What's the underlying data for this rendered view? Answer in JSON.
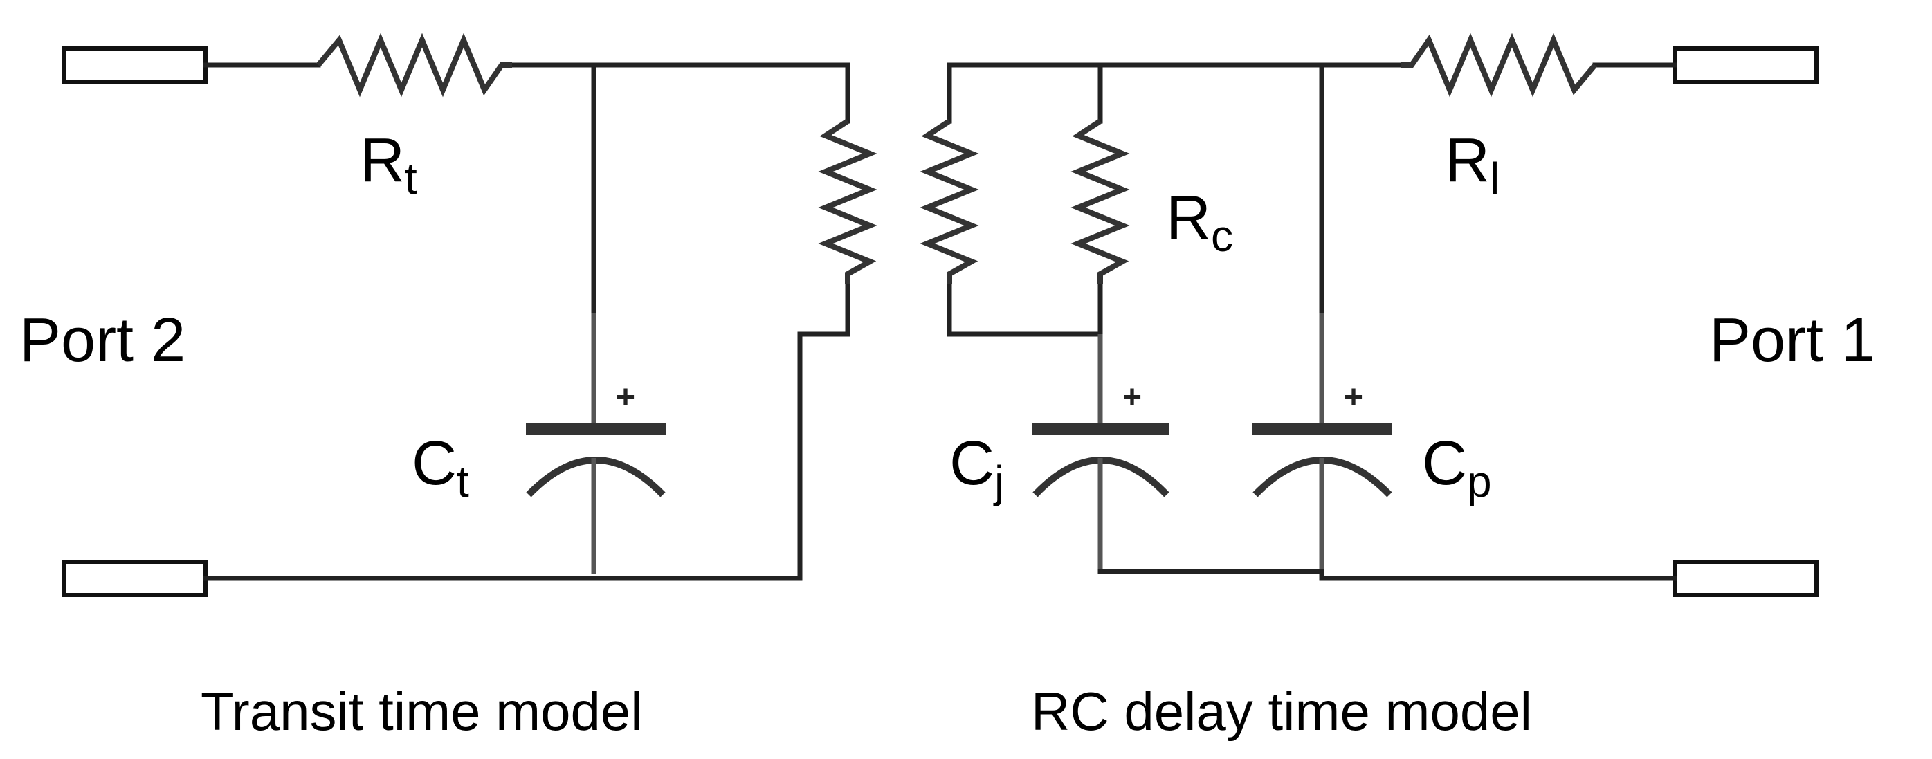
{
  "diagram": {
    "left_port": "Port 2",
    "right_port": "Port 1",
    "components": {
      "rt": {
        "symbol": "R",
        "subscript": "t"
      },
      "rl": {
        "symbol": "R",
        "subscript": "l"
      },
      "rc": {
        "symbol": "R",
        "subscript": "c"
      },
      "ct": {
        "symbol": "C",
        "subscript": "t",
        "polarity": "+"
      },
      "cj": {
        "symbol": "C",
        "subscript": "j",
        "polarity": "+"
      },
      "cp": {
        "symbol": "C",
        "subscript": "p",
        "polarity": "+"
      }
    },
    "captions": {
      "left": "Transit time model",
      "right": "RC delay time model"
    }
  }
}
